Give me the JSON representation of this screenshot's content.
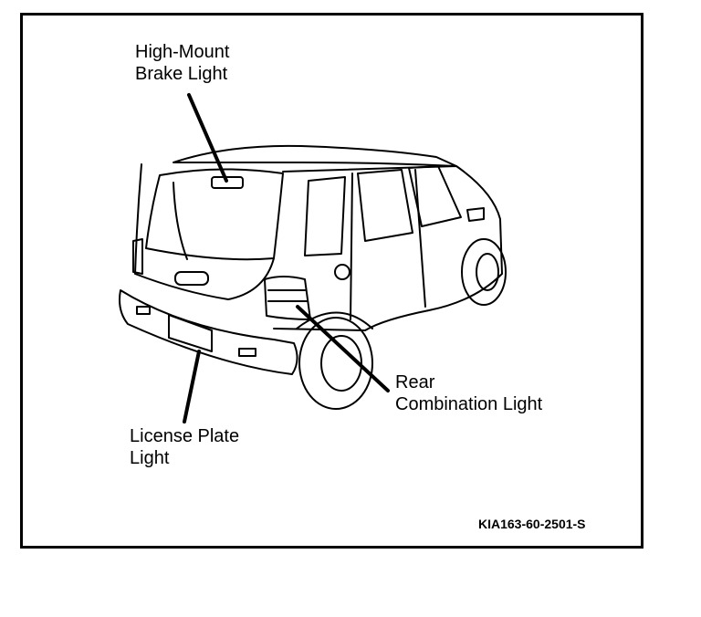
{
  "labels": {
    "high_mount": [
      "High-Mount",
      "Brake Light"
    ],
    "rear_combination": [
      "Rear",
      "Combination Light"
    ],
    "license_plate": [
      "License Plate",
      "Light"
    ]
  },
  "figure_code": "KIA163-60-2501-S",
  "colors": {
    "line": "#000000",
    "background": "#ffffff"
  }
}
